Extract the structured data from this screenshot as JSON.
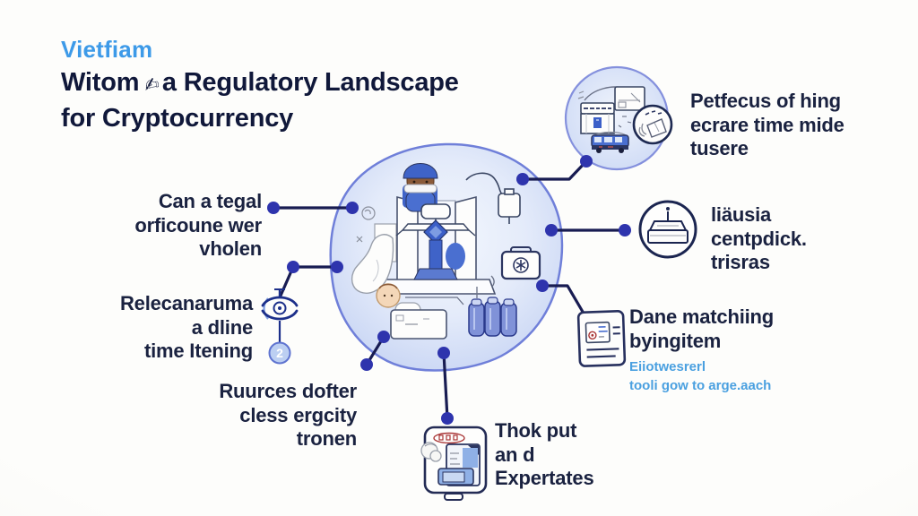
{
  "title": {
    "brand": "Vietfiam",
    "line1_pre": "Witom",
    "glyph": "✍",
    "line1_post": "a Regulatory Landscape",
    "line2": "for Cryptocurrency"
  },
  "labels": {
    "left1": {
      "lines": [
        "Can a tegal",
        "orficoune wer",
        "vholen"
      ]
    },
    "left2": {
      "lines": [
        "Relecanaruma",
        "a dline",
        "time Itening"
      ],
      "badge": "2"
    },
    "left3": {
      "lines": [
        "Ruurces dofter",
        "cless ergcity",
        "tronen"
      ]
    },
    "right1": {
      "lines": [
        "Petfecus of hing",
        "ecrare time mide",
        "tusere"
      ]
    },
    "right2": {
      "lines": [
        "liäusia",
        "centpdick.",
        "trisras"
      ]
    },
    "right3": {
      "lines": [
        "Dane matchiing",
        "byingitem"
      ],
      "sub_lines": [
        "Eiiotwesrerl",
        "tooli gow to arge.aach"
      ]
    },
    "bottom": {
      "lines": [
        "Thok put",
        "an d",
        "Expertates"
      ]
    }
  },
  "icons": {
    "central_bubble": "medical-operation-machine-sketch",
    "top_right_bubble": "storefront-monitor-van-magnifier-sketch",
    "eye": "eye-icon",
    "step_badge": "2",
    "cake": "cake-icon",
    "document": "document-icon",
    "smartphone": "smartphone-icon"
  },
  "colors": {
    "brand_blue": "#3d9ae8",
    "heading_navy": "#10183a",
    "label_navy": "#1a2240",
    "link_blue": "#4aa0e0",
    "connector_navy": "#181c52",
    "node_dot_blue": "#2e34ad",
    "bubble_border": "#7080d8",
    "bubble_fill": "#dce6f8",
    "accent_blue": "#3f63c8",
    "red_accent": "#a93535"
  }
}
